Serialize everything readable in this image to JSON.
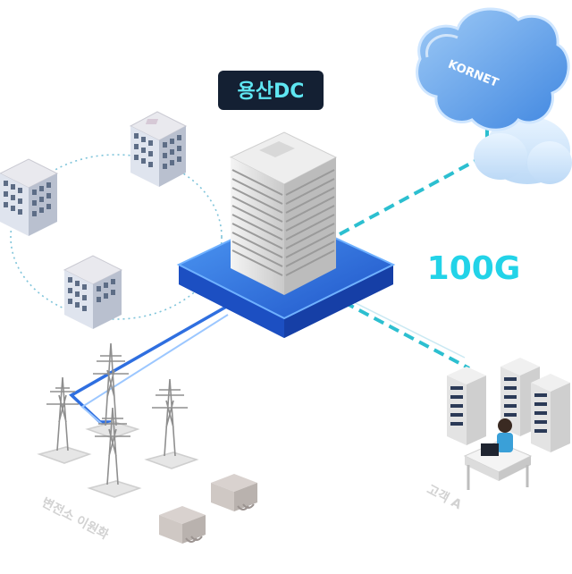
{
  "datacenter": {
    "label": "용산DC"
  },
  "cloud": {
    "label": "KORNET"
  },
  "bandwidth": {
    "label": "100G"
  },
  "customer": {
    "label": "고객 A"
  },
  "substation": {
    "label": "변전소 이원화"
  },
  "colors": {
    "platform": "#2463d8",
    "platform_top": "#3a86ef",
    "link_dashed": "#2cbfd0",
    "speed_text": "#22d3e8",
    "dc_label_bg": "#142033",
    "dc_label_text": "#5fe6f2",
    "cloud": "#6aa9ec",
    "power_line": "#2f6fe0",
    "soft_label": "#d2d2d2"
  }
}
